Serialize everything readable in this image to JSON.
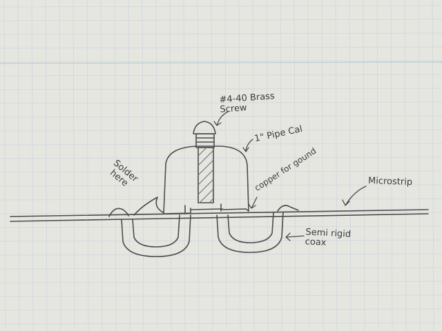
{
  "diagram": {
    "labels": {
      "screw": "#4-40 Brass\nScrew",
      "pipe_cap": "1\" Pipe Cal",
      "solder": "Solder\nhere",
      "copper": "copper for gound",
      "microstrip": "Microstrip",
      "coax": "Semi rigid\ncoax"
    },
    "colors": {
      "paper": "#e6e6e1",
      "grid": "#cfd6da",
      "pencil": "#4a4a4a",
      "hatch": "#6a6a6a"
    }
  }
}
